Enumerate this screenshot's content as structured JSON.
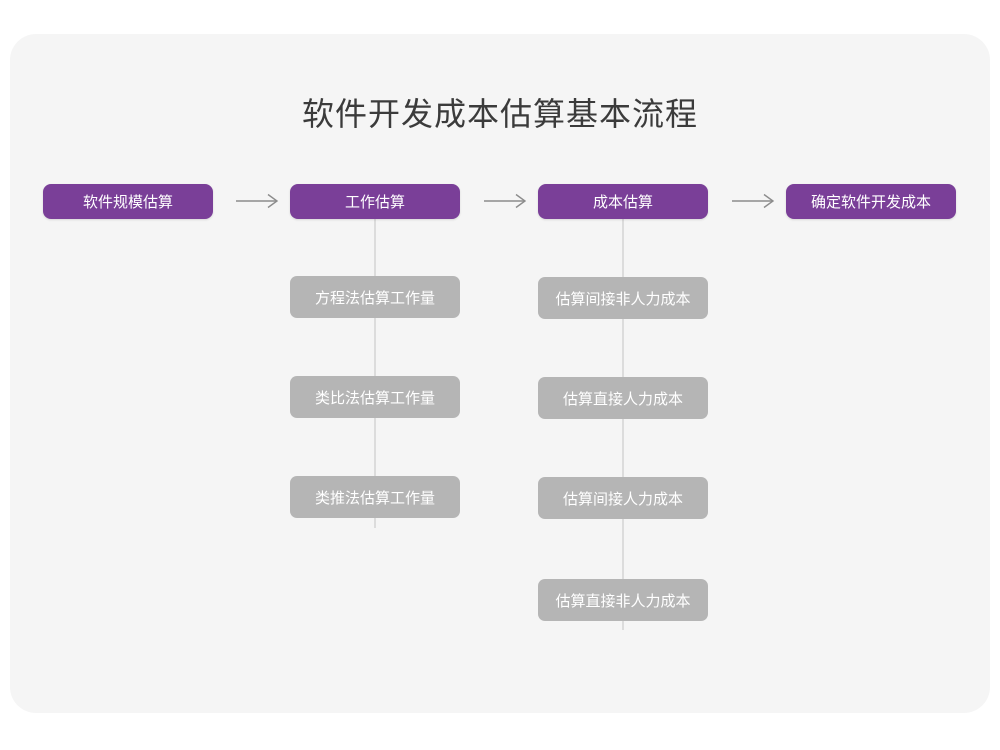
{
  "canvas": {
    "background": "#ffffff",
    "card_background": "#f5f5f5"
  },
  "diagram": {
    "title": "软件开发成本估算基本流程",
    "primary_color": "#7a3f98",
    "secondary_color": "#b5b5b5",
    "connector_color": "#dcdcdc",
    "arrow_color": "#8c8c8c",
    "title_color": "#3b3b3b",
    "type": "flowchart",
    "main_steps": [
      {
        "id": "step-1",
        "label": "软件规模估算"
      },
      {
        "id": "step-2",
        "label": "工作估算"
      },
      {
        "id": "step-3",
        "label": "成本估算"
      },
      {
        "id": "step-4",
        "label": "确定软件开发成本"
      }
    ],
    "arrows": [
      {
        "id": "arrow-1",
        "from": "step-1",
        "to": "step-2",
        "glyph": "→"
      },
      {
        "id": "arrow-2",
        "from": "step-2",
        "to": "step-3",
        "glyph": "→"
      },
      {
        "id": "arrow-3",
        "from": "step-3",
        "to": "step-4",
        "glyph": "→"
      }
    ],
    "sub_columns": [
      {
        "id": "col-work-estimation",
        "parent": "step-2",
        "items": [
          {
            "id": "work-1",
            "label": "方程法估算工作量"
          },
          {
            "id": "work-2",
            "label": "类比法估算工作量"
          },
          {
            "id": "work-3",
            "label": "类推法估算工作量"
          }
        ]
      },
      {
        "id": "col-cost-estimation",
        "parent": "step-3",
        "items": [
          {
            "id": "cost-1",
            "label": "估算间接非人力成本"
          },
          {
            "id": "cost-2",
            "label": "估算直接人力成本"
          },
          {
            "id": "cost-3",
            "label": "估算间接人力成本"
          },
          {
            "id": "cost-4",
            "label": "估算直接非人力成本"
          }
        ]
      }
    ]
  }
}
